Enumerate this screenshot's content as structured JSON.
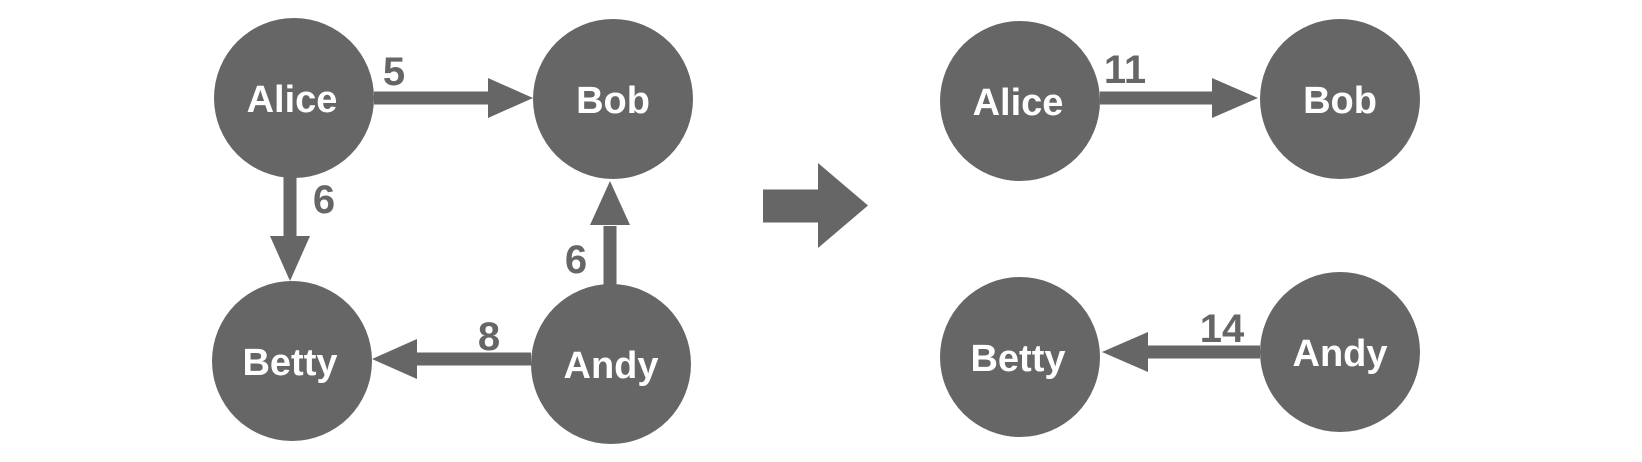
{
  "graph_before": {
    "nodes": [
      {
        "id": "alice",
        "label": "Alice"
      },
      {
        "id": "bob",
        "label": "Bob"
      },
      {
        "id": "betty",
        "label": "Betty"
      },
      {
        "id": "andy",
        "label": "Andy"
      }
    ],
    "edges": [
      {
        "from": "Alice",
        "to": "Bob",
        "weight": "5"
      },
      {
        "from": "Alice",
        "to": "Betty",
        "weight": "6"
      },
      {
        "from": "Andy",
        "to": "Bob",
        "weight": "6"
      },
      {
        "from": "Andy",
        "to": "Betty",
        "weight": "8"
      }
    ]
  },
  "graph_after": {
    "nodes": [
      {
        "id": "alice",
        "label": "Alice"
      },
      {
        "id": "bob",
        "label": "Bob"
      },
      {
        "id": "betty",
        "label": "Betty"
      },
      {
        "id": "andy",
        "label": "Andy"
      }
    ],
    "edges": [
      {
        "from": "Alice",
        "to": "Bob",
        "weight": "11"
      },
      {
        "from": "Andy",
        "to": "Betty",
        "weight": "14"
      }
    ]
  },
  "colors": {
    "background": "#ffffff",
    "node_fill": "#666666",
    "node_label": "#ffffff",
    "edge": "#666666",
    "weight_label": "#666666"
  }
}
